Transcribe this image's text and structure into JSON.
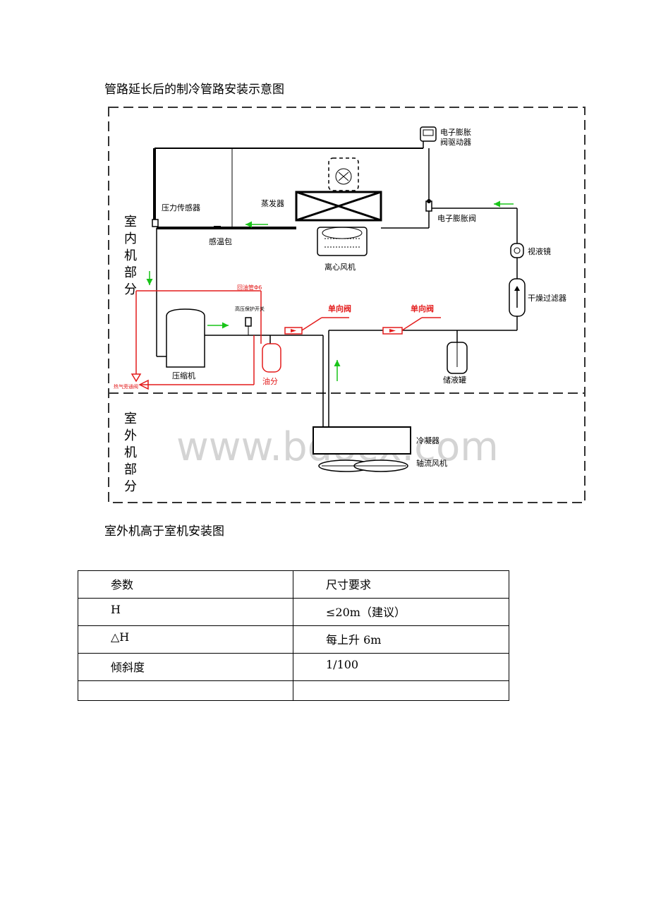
{
  "title_top": "管路延长后的制冷管路安装示意图",
  "title_bottom": "室外机高于室机安装图",
  "diagram": {
    "indoor_section": [
      "室",
      "内",
      "机",
      "部",
      "分"
    ],
    "outdoor_section": [
      "室",
      "外",
      "机",
      "部",
      "分"
    ],
    "labels": {
      "evd_driver_1": "电子膨胀",
      "evd_driver_2": "阀驱动器",
      "pressure_sensor": "压力传感器",
      "evaporator": "蒸发器",
      "temp_bulb": "感温包",
      "eev": "电子膨胀阀",
      "centrifugal_fan": "离心风机",
      "sight_glass": "视液镜",
      "dryer_filter": "干燥过滤器",
      "return_oil": "回油管Φ6",
      "high_pressure_switch": "高压保护开关",
      "check_valve_1": "单向阀",
      "check_valve_2": "单向阀",
      "compressor": "压缩机",
      "oil_separator": "油分",
      "receiver": "储液罐",
      "hot_gas_bypass": "热气旁通阀",
      "condenser": "冷凝器",
      "axial_fan": "轴流风机"
    },
    "watermark": "www.bdocx.com"
  },
  "table": {
    "header": [
      "参数",
      "尺寸要求"
    ],
    "rows": [
      [
        "H",
        "≤20m（建议）"
      ],
      [
        "△H",
        "每上升 6m"
      ],
      [
        "倾斜度",
        "1/100"
      ],
      [
        "",
        ""
      ]
    ]
  }
}
